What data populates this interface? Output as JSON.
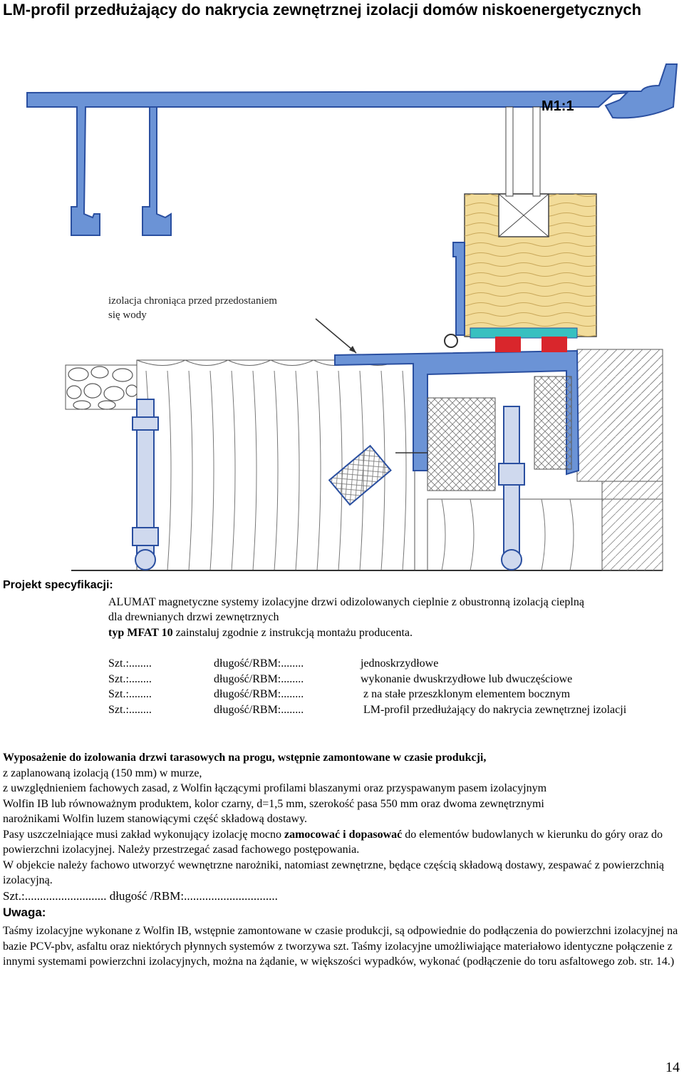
{
  "title": "LM-profil przedłużający do nakrycia zewnętrznej izolacji domów niskoenergetycznych",
  "drawing": {
    "scale_label": "M1:1",
    "callout": [
      "izolacja chroniąca przed przedostaniem",
      "się wody"
    ],
    "colors": {
      "profile": "#6b93d6",
      "profile_dark": "#2a4fa0",
      "wood": "#f2dc9a",
      "insulation": "#ffffff",
      "hatch": "#777777",
      "seal": "#d9262c"
    }
  },
  "spec": {
    "heading": "Projekt specyfikacji:",
    "lines": [
      "ALUMAT  magnetyczne systemy izolacyjne drzwi odizolowanych cieplnie z obustronną izolacją cieplną",
      "dla drewnianych drzwi zewnętrznych"
    ],
    "type_bold": "typ MFAT 10",
    "type_rest": " zainstaluj zgodnie z instrukcją montażu producenta.",
    "rows": [
      {
        "a": "Szt.:........",
        "b": "długość/RBM:........",
        "c": "jednoskrzydłowe"
      },
      {
        "a": "Szt.:........",
        "b": "długość/RBM:........",
        "c": "wykonanie dwuskrzydłowe lub dwuczęściowe"
      },
      {
        "a": "Szt.:........",
        "b": "długość/RBM:........",
        "c": "z na stałe przeszklonym elementem bocznym"
      },
      {
        "a": "Szt.:........",
        "b": "długość/RBM:........",
        "c": "LM-profil przedłużający do nakrycia zewnętrznej izolacji"
      }
    ]
  },
  "equipment": {
    "heading": "Wyposażenie do izolowania drzwi tarasowych na progu, wstępnie zamontowane w czasie produkcji,",
    "lines": [
      "z zaplanowaną izolacją (150 mm) w murze,",
      "z uwzględnieniem fachowych zasad, z Wolfin łączącymi profilami blaszanymi oraz przyspawanym pasem izolacyjnym",
      "Wolfin IB lub równoważnym produktem, kolor czarny, d=1,5 mm, szerokość pasa 550 mm oraz dwoma zewnętrznymi",
      "narożnikami Wolfin luzem stanowiącymi część składową dostawy."
    ],
    "seal_a": "Pasy uszczelniające musi zakład wykonujący izolację mocno ",
    "seal_bold": "zamocować i dopasować",
    "seal_b": " do elementów budowlanych w kierunku do góry oraz do powierzchni izolacyjnej. Należy przestrzegać zasad fachowego postępowania.",
    "object": "W objekcie należy fachowo utworzyć wewnętrzne narożniki, natomiast zewnętrzne, będące częścią składową dostawy, zespawać z powierzchnią izolacyjną.",
    "qty": "Szt.:...........................  długość /RBM:..............................."
  },
  "note": {
    "heading": "Uwaga:",
    "text": "Taśmy izolacyjne wykonane z Wolfin IB, wstępnie zamontowane w czasie produkcji, są odpowiednie do podłączenia do powierzchni izolacyjnej na bazie PCV-pbv, asfaltu oraz niektórych płynnych systemów z tworzywa szt. Taśmy izolacyjne umożliwiające materiałowo identyczne połączenie z innymi systemami powierzchni izolacyjnych, można na żądanie, w większości wypadków, wykonać (podłączenie do toru asfaltowego zob. str. 14.)"
  },
  "page_number": "14"
}
